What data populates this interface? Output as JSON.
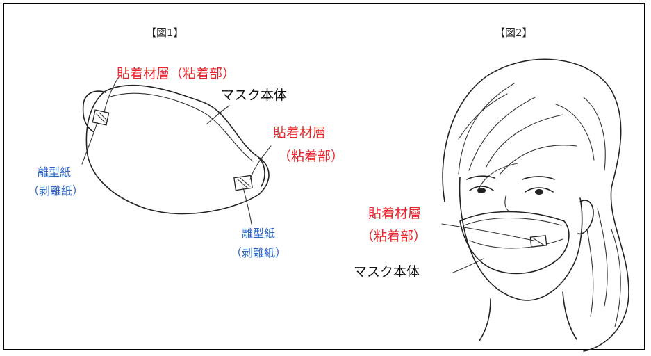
{
  "figure1": {
    "title": "【図1】",
    "adhesive_top": "貼着材層（粘着部）",
    "mask_body": "マスク本体",
    "adhesive_right_line1": "貼着材層",
    "adhesive_right_line2": "（粘着部）",
    "release_left_line1": "離型紙",
    "release_left_line2": "（剥離紙）",
    "release_bottom_line1": "離型紙",
    "release_bottom_line2": "（剥離紙）"
  },
  "figure2": {
    "title": "【図2】",
    "adhesive_line1": "貼着材層",
    "adhesive_line2": "（粘着部）",
    "mask_body": "マスク本体"
  },
  "colors": {
    "adhesive_label": "#e8262c",
    "release_label": "#2a64c4",
    "body_label": "#111111"
  }
}
